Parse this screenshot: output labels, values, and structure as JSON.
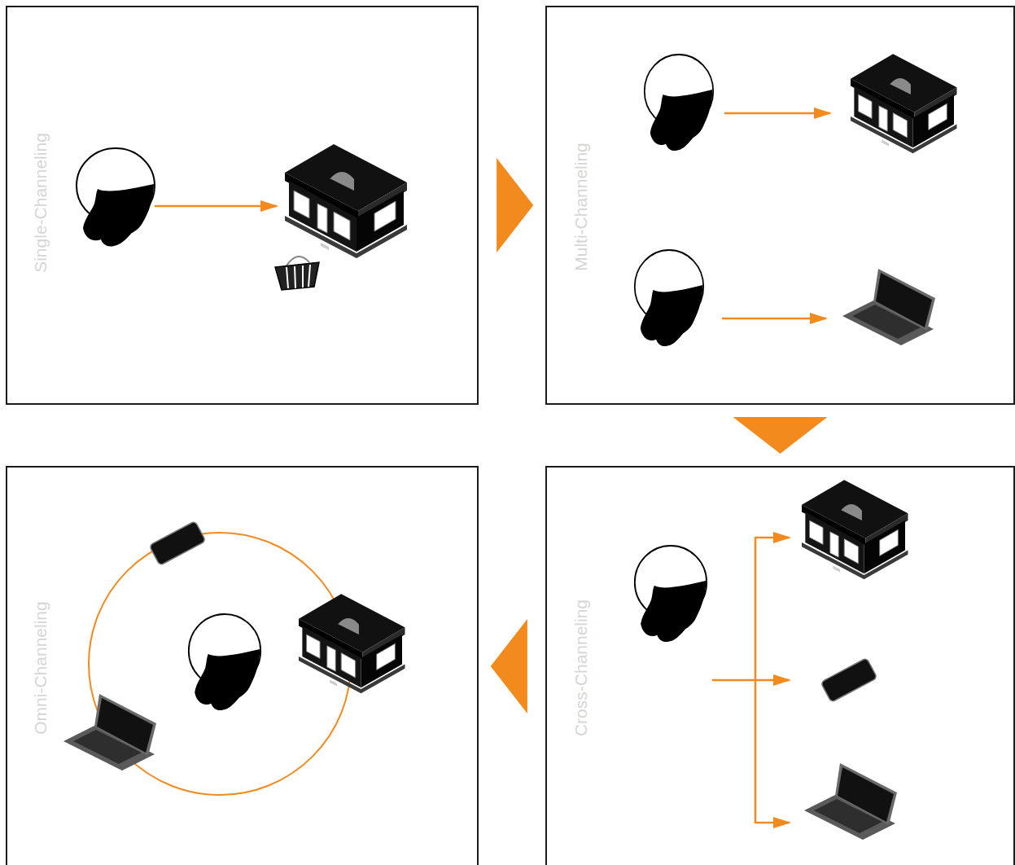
{
  "diagram": {
    "nodes": [
      {
        "text": [
          "Single-Channeling"
        ]
      },
      {
        "text": [
          "Multi-Channeling"
        ]
      },
      {
        "text": [
          "Omni-Channeling"
        ]
      },
      {
        "text": [
          "Cross-Channeling"
        ]
      }
    ],
    "edges": [
      {
        "from": 0,
        "to": 1,
        "arrow": "to"
      },
      {
        "from": 1,
        "to": 3,
        "arrow": "to"
      },
      {
        "from": 3,
        "to": 2,
        "arrow": "to"
      }
    ]
  }
}
